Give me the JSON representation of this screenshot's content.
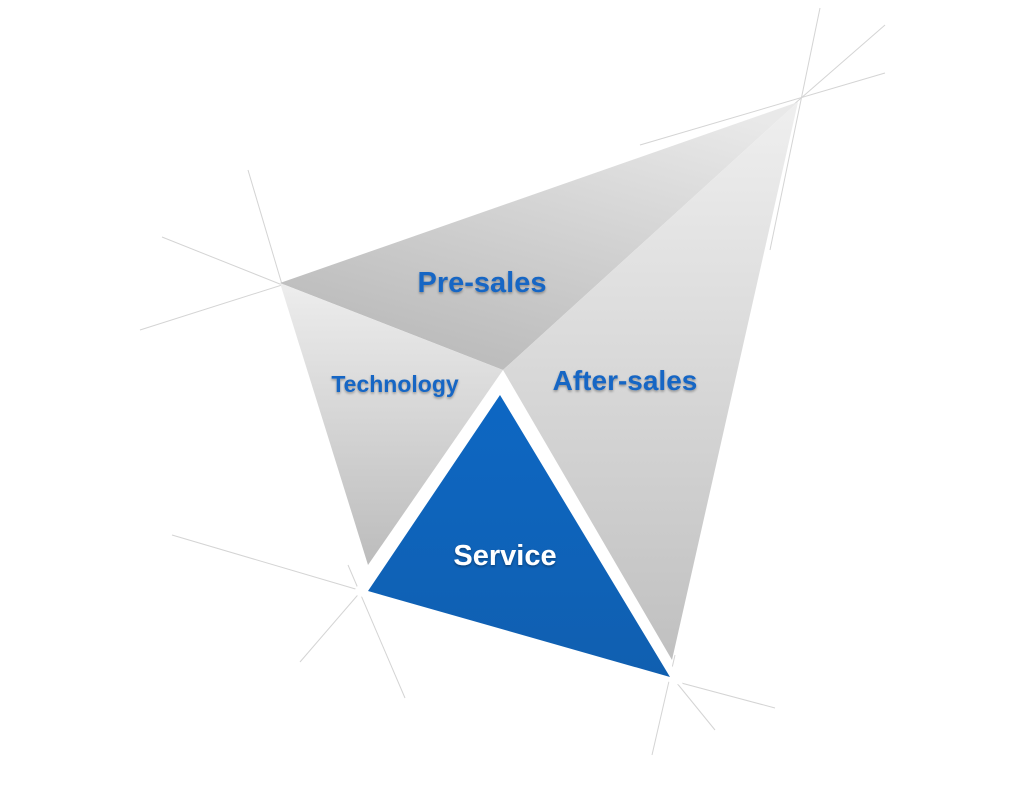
{
  "diagram": {
    "segments": {
      "pre_sales": "Pre-sales",
      "technology": "Technology",
      "after_sales": "After-sales",
      "service": "Service"
    },
    "colors": {
      "accent_blue": "#0f62b8",
      "label_blue": "#1766c4",
      "gray_light": "#ececec",
      "gray_dark": "#c4c4c4",
      "construction_line": "#d4d4d4"
    }
  }
}
